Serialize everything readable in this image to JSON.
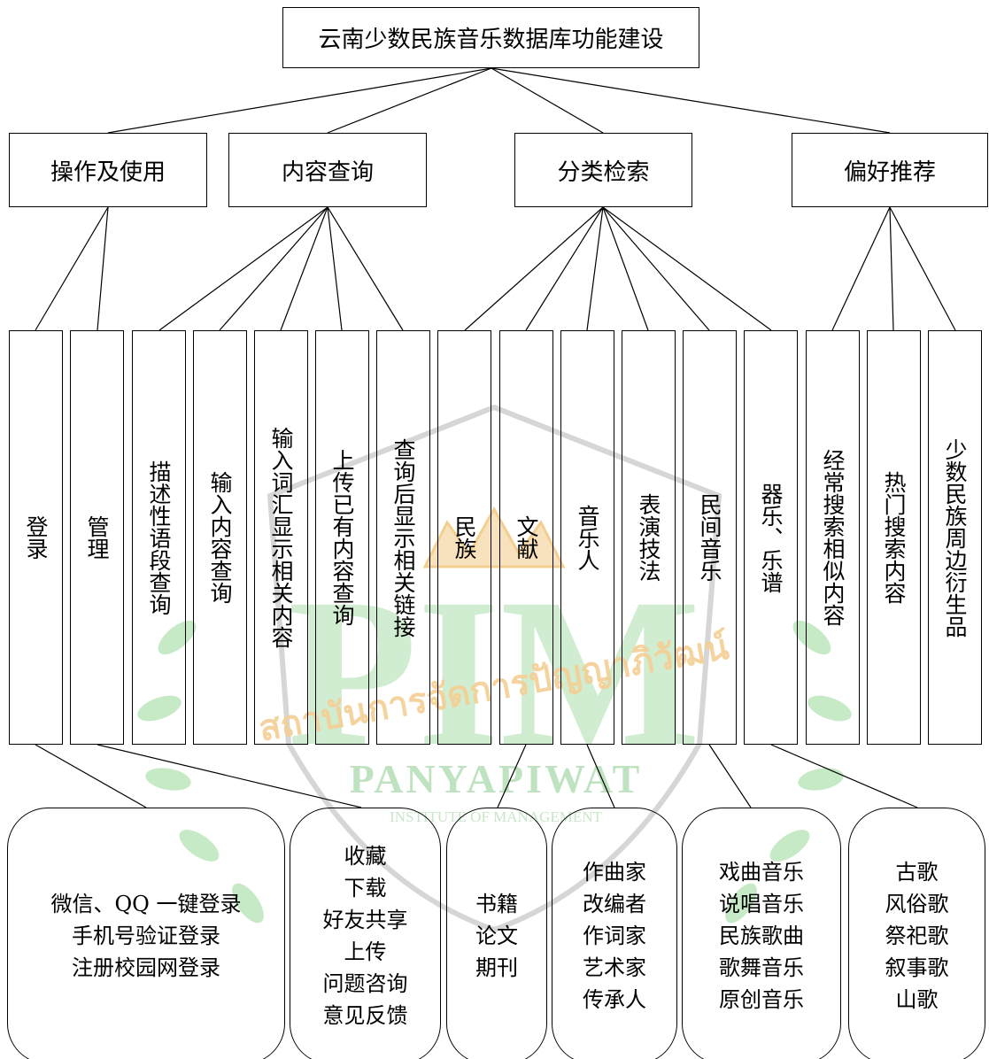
{
  "root": "云南少数民族音乐数据库功能建设",
  "categories": [
    "操作及使用",
    "内容查询",
    "分类检索",
    "偏好推荐"
  ],
  "features": [
    "登录",
    "管理",
    "描述性语段查询",
    "输入内容查询",
    "输入词汇显示相关内容",
    "上传已有内容查询",
    "查询后显示相关链接",
    "民族",
    "文献",
    "音乐人",
    "表演技法",
    "民间音乐",
    "器乐、乐谱",
    "经常搜索相似内容",
    "热门搜索内容",
    "少数民族周边衍生品"
  ],
  "details": [
    [
      "微信、QQ 一键登录",
      "手机号验证登录",
      "注册校园网登录"
    ],
    [
      "收藏",
      "下载",
      "好友共享",
      "上传",
      "问题咨询",
      "意见反馈"
    ],
    [
      "书籍",
      "论文",
      "期刊"
    ],
    [
      "作曲家",
      "改编者",
      "作词家",
      "艺术家",
      "传承人"
    ],
    [
      "戏曲音乐",
      "说唱音乐",
      "民族歌曲",
      "歌舞音乐",
      "原创音乐"
    ],
    [
      "古歌",
      "风俗歌",
      "祭祀歌",
      "叙事歌",
      "山歌"
    ]
  ],
  "watermark": {
    "logo_text": "PIM",
    "name": "PANYAPIWAT",
    "subtitle": "INSTITUTE OF MANAGEMENT",
    "thai": "สถาบันการจัดการปัญญาภิวัฒน์",
    "colors": {
      "green": "#bfe6c4",
      "gold": "#f6d39a",
      "gray": "#d9d9d9"
    }
  }
}
